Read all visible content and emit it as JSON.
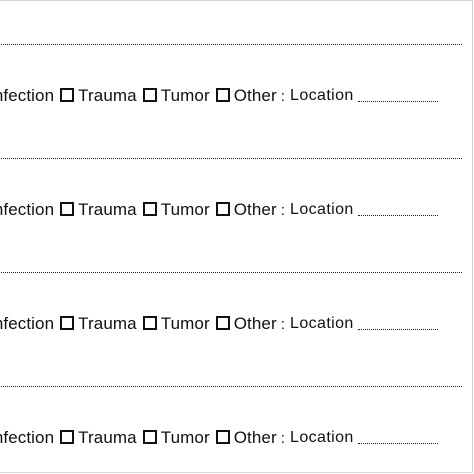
{
  "records": [
    {
      "options": [
        {
          "label": "Infection"
        },
        {
          "label": "Trauma"
        },
        {
          "label": "Tumor"
        },
        {
          "label": "Other"
        }
      ],
      "location_label": "Location"
    },
    {
      "options": [
        {
          "label": "Infection"
        },
        {
          "label": "Trauma"
        },
        {
          "label": "Tumor"
        },
        {
          "label": "Other"
        }
      ],
      "location_label": "Location"
    },
    {
      "options": [
        {
          "label": "Infection"
        },
        {
          "label": "Trauma"
        },
        {
          "label": "Tumor"
        },
        {
          "label": "Other"
        }
      ],
      "location_label": "Location"
    },
    {
      "options": [
        {
          "label": "Infection"
        },
        {
          "label": "Trauma"
        },
        {
          "label": "Tumor"
        },
        {
          "label": "Other"
        }
      ],
      "location_label": "Location"
    }
  ],
  "colon": ":",
  "checkbox_state": "unchecked",
  "colors": {
    "ink": "#111111",
    "background": "#ffffff"
  }
}
